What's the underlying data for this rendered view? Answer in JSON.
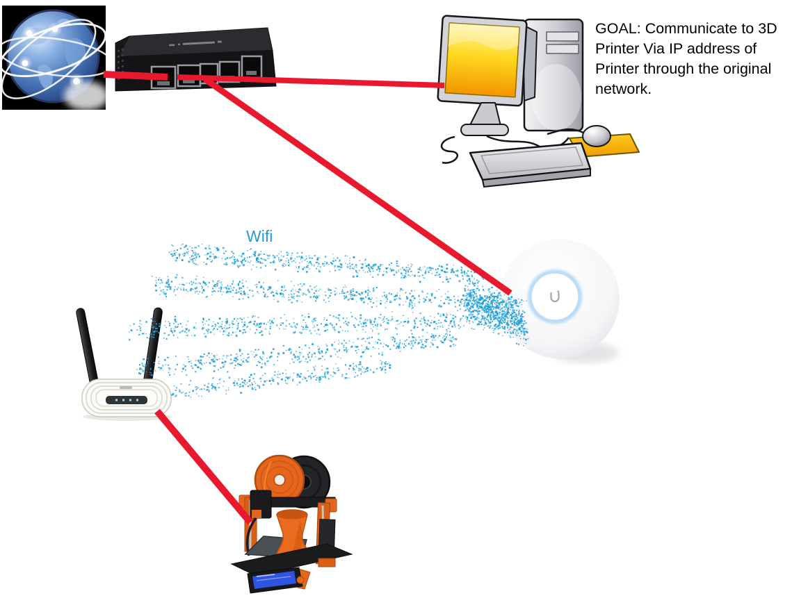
{
  "labels": {
    "goal_lines": [
      "GOAL: Communicate to 3D",
      "Printer Via IP address of",
      "Printer through the original",
      "network."
    ],
    "goal_text": "GOAL: Communicate to 3D Printer Via IP address of Printer through the original network.",
    "wifi": "Wifi"
  },
  "colors": {
    "connection_line": "#e8192d",
    "wifi_dots": "#1f9ed8",
    "wifi_label": "#2899d6",
    "goal_text": "#000000",
    "background": "#ffffff"
  },
  "icons": [
    {
      "name": "internet-globe-icon",
      "depicts": "internet globe"
    },
    {
      "name": "ethernet-switch-icon",
      "depicts": "5-port wired router switch"
    },
    {
      "name": "desktop-computer-icon",
      "depicts": "desktop computer with monitor tower keyboard mouse"
    },
    {
      "name": "wifi-access-point-icon",
      "depicts": "ceiling wireless access point"
    },
    {
      "name": "wireless-router-icon",
      "depicts": "wireless router with two antennas"
    },
    {
      "name": "printer-3d-icon",
      "depicts": "3d printer with filament spools"
    }
  ],
  "diagram": {
    "type": "network-topology",
    "nodes": [
      "internet-globe",
      "ethernet-switch",
      "desktop-computer",
      "wifi-access-point",
      "wireless-router",
      "3d-printer"
    ],
    "wired_links": [
      {
        "from": "internet-globe",
        "to": "ethernet-switch"
      },
      {
        "from": "ethernet-switch",
        "to": "desktop-computer"
      },
      {
        "from": "ethernet-switch",
        "to": "wifi-access-point"
      },
      {
        "from": "wireless-router",
        "to": "3d-printer"
      }
    ],
    "wireless_links": [
      {
        "from": "wireless-router",
        "to": "wifi-access-point",
        "label": "Wifi"
      }
    ]
  }
}
